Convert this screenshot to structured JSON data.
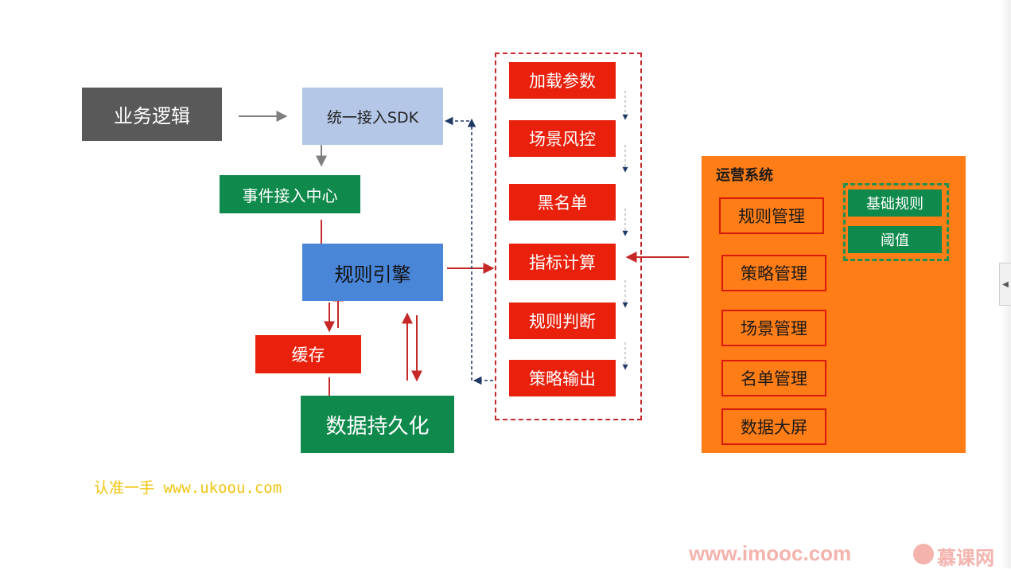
{
  "left_flow": {
    "business_logic": "业务逻辑",
    "sdk": "统一接入SDK",
    "event_center": "事件接入中心",
    "rule_engine": "规则引擎",
    "cache": "缓存",
    "persistence": "数据持久化"
  },
  "pipeline": {
    "steps": [
      "加载参数",
      "场景风控",
      "黑名单",
      "指标计算",
      "规则判断",
      "策略输出"
    ]
  },
  "ops_system": {
    "title": "运营系统",
    "items": [
      "规则管理",
      "策略管理",
      "场景管理",
      "名单管理",
      "数据大屏"
    ],
    "rule_sub": [
      "基础规则",
      "阈值"
    ]
  },
  "watermarks": {
    "left": "认准一手 www.ukoou.com",
    "imooc_url": "www.imooc.com",
    "imooc_logo": "慕课网"
  },
  "colors": {
    "red": "#e8200c",
    "green": "#0f8a4c",
    "blue": "#4a86d8",
    "orange": "#ff7d16",
    "arrow_red": "#c62828",
    "arrow_gray": "#7f7f7f",
    "arrow_navy": "#1f3864"
  }
}
